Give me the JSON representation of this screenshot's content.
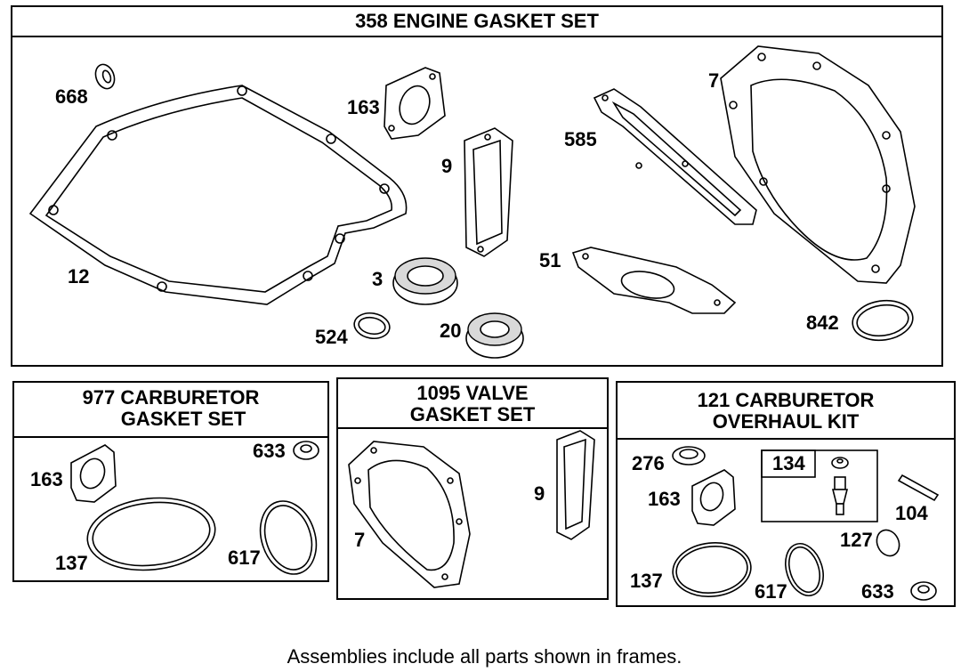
{
  "frames": {
    "engine": {
      "title": "358 ENGINE GASKET SET"
    },
    "carb_gasket": {
      "title_line1": "977 CARBURETOR",
      "title_line2": "GASKET SET"
    },
    "valve": {
      "title_line1": "1095 VALVE",
      "title_line2": "GASKET SET"
    },
    "overhaul": {
      "title_line1": "121 CARBURETOR",
      "title_line2": "OVERHAUL KIT",
      "subkit_label": "134"
    }
  },
  "labels": {
    "engine": {
      "p668": "668",
      "p12": "12",
      "p163": "163",
      "p9": "9",
      "p3": "3",
      "p524": "524",
      "p20": "20",
      "p585": "585",
      "p51": "51",
      "p7": "7",
      "p842": "842"
    },
    "carb_gasket": {
      "p163": "163",
      "p633": "633",
      "p137": "137",
      "p617": "617"
    },
    "valve": {
      "p7": "7",
      "p9": "9"
    },
    "overhaul": {
      "p276": "276",
      "p163": "163",
      "p104": "104",
      "p127": "127",
      "p137": "137",
      "p617": "617",
      "p633": "633"
    }
  },
  "footer": {
    "note": "Assemblies include all parts shown in frames."
  }
}
